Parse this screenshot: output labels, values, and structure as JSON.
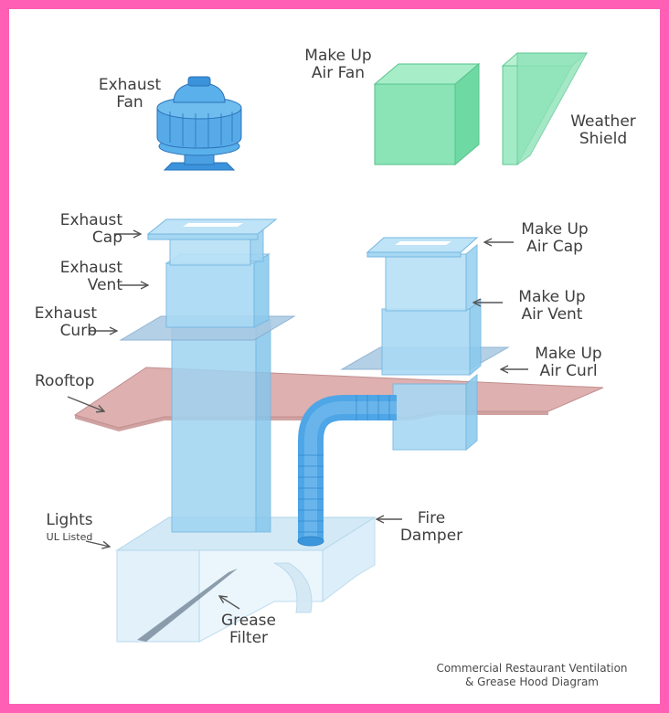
{
  "labels": {
    "exhaust_fan": "Exhaust\nFan",
    "make_up_air_fan": "Make Up\nAir Fan",
    "weather_shield": "Weather\nShield",
    "exhaust_cap": "Exhaust\nCap",
    "exhaust_vent": "Exhaust\nVent",
    "exhaust_curb": "Exhaust\nCurb",
    "rooftop": "Rooftop",
    "make_up_air_cap": "Make Up\nAir Cap",
    "make_up_air_vent": "Make Up\nAir Vent",
    "make_up_air_curl": "Make Up\nAir Curl",
    "lights": "Lights",
    "ul_listed": "UL Listed",
    "fire_damper": "Fire\nDamper",
    "grease_filter": "Grease\nFilter"
  },
  "caption": "Commercial Restaurant Ventilation\n& Grease Hood Diagram",
  "colors": {
    "frame_border": "#ff5fb4",
    "background": "#ffffff",
    "duct_blue": "#8ecdf0",
    "fan_blue": "#3b93dc",
    "fan_green": "#7fe0b0",
    "rooftop": "#d8a2a2",
    "text": "#3e3e3e"
  }
}
